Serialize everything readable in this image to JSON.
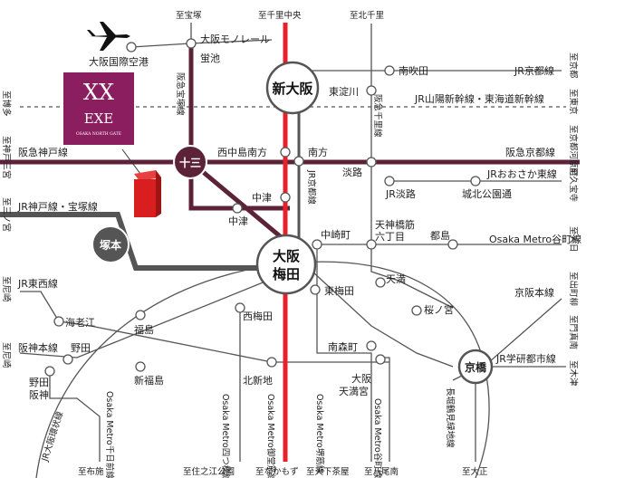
{
  "hubs": {
    "shin_osaka": "新大阪",
    "umeda_1": "大阪",
    "umeda_2": "梅田",
    "juso": "十三",
    "tsukamoto": "塚本",
    "kyobashi": "京橋"
  },
  "logo": {
    "brand": "EXE",
    "sub": "OSAKA NORTH GATE"
  },
  "stations": {
    "airport": "大阪国際空港",
    "monorail": "大阪モノレール",
    "hotarugaike": "蛍池",
    "minamisuita": "南吹田",
    "higashiyodogawa": "東淀川",
    "nishinakajima": "西中島南方",
    "minamikata": "南方",
    "awaji": "淡路",
    "jr_awaji": "JR淡路",
    "shirokita": "城北公園通",
    "nakatsu_1": "中津",
    "nakatsu_2": "中津",
    "nakazakicho": "中崎町",
    "tenroku_1": "天神橋筋",
    "tenroku_2": "六丁目",
    "miyakojima": "都島",
    "higashiumeda": "東梅田",
    "tenma": "天満",
    "sakuranomiya": "桜ノ宮",
    "ebie": "海老江",
    "fukushima": "福島",
    "nishiumeda": "西梅田",
    "noda": "野田",
    "shinfukushima": "新福島",
    "kitashinchi": "北新地",
    "minamimorimachi": "南森町",
    "osakatenmangu_1": "大阪",
    "osakatenmangu_2": "天満宮",
    "noda_hanshin_1": "野田",
    "noda_hanshin_2": "阪神"
  },
  "lines": {
    "jr_kyoto": "JR京都線",
    "sanyo_shinkansen": "JR山陽新幹線・東海道新幹線",
    "hankyu_kobe": "阪急神戸線",
    "hankyu_kyoto": "阪急京都線",
    "jr_osaka_higashi": "JRおおさか東線",
    "jr_kobe_takarazuka": "JR神戸線・宝塚線",
    "tanimachi": "Osaka Metro谷町線",
    "jr_tozai": "JR東西線",
    "keihan": "京阪本線",
    "jr_gakkentoshi": "JR学研都市線",
    "hanshin": "阪神本線",
    "loop_line": "JR大阪環状線",
    "hankyu_takarazuka": "阪急宝塚線",
    "hankyu_senri": "阪急千里線",
    "jr_osaka_higashi_v": "JR京都線",
    "v_sennichimae": "Osaka Metro千日前線",
    "v_yotsubashi": "Osaka Metro四つ橋線",
    "v_midosuji": "Osaka Metro御堂筋線",
    "v_sakaisuji": "Osaka Metro堺筋線",
    "v_tanimachi": "Osaka Metro谷町線",
    "v_nagahori": "長堀鶴見緑地線"
  },
  "destinations": {
    "takarazuka": "至宝塚",
    "senri_chuo": "至千里中央",
    "kita_senri": "至北千里",
    "kyoto": "至京都",
    "tokyo": "至東京",
    "kawaramachi": "至京都河原町",
    "kyuhoji": "至久宝寺",
    "hakata": "至博多",
    "kobe_sannomiya": "至神戸三宮",
    "sannomiya": "至三ノ宮",
    "amagasaki_1": "至尼崎",
    "amagasaki_2": "至尼崎",
    "dainichi": "至大日",
    "demachiyanagi": "至出町柳",
    "kadoma": "至門真南",
    "kizu": "至木津",
    "nunose": "至布施",
    "suminoekoen": "至住之江公園",
    "nakamozu": "至なかもず",
    "tengachaya": "至天下茶屋",
    "yaominami": "至八尾南",
    "taisho": "至大正"
  }
}
